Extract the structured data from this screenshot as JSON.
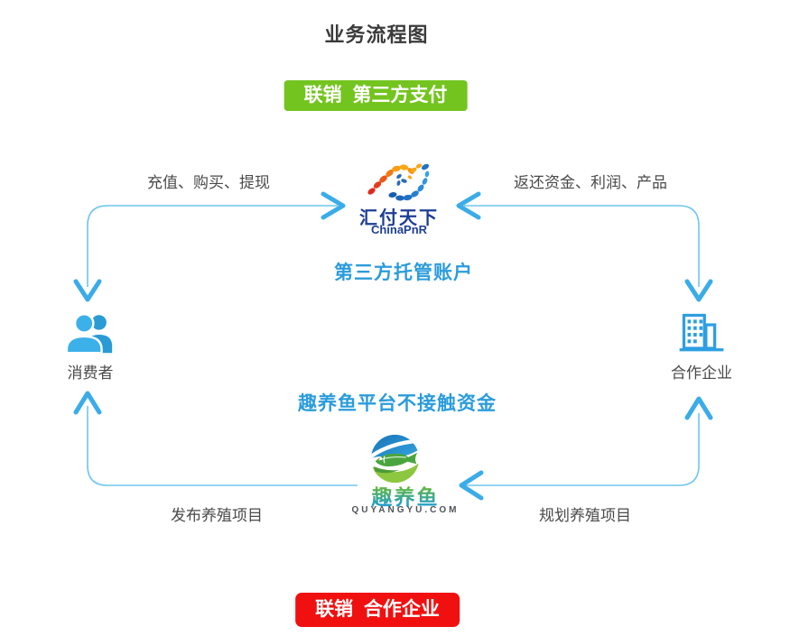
{
  "title": "业务流程图",
  "top_badge": {
    "label": "联销  第三方支付",
    "bg": "#74C41F"
  },
  "bottom_badge": {
    "label": "联销  合作企业",
    "bg": "#F11010"
  },
  "chinapnr": {
    "wordmark": "汇付天下",
    "sub": "ChinaPnR",
    "caption": "第三方托管账户"
  },
  "quyangyu": {
    "wordmark": "趣养鱼",
    "sub": "QUYANGYU.COM",
    "caption": "趣养鱼平台不接触资金"
  },
  "consumer": {
    "label": "消费者"
  },
  "partner": {
    "label": "合作企业"
  },
  "flows": {
    "recharge": "充值、购买、提现",
    "returns": "返还资金、利润、产品",
    "publish": "发布养殖项目",
    "plan": "规划养殖项目"
  },
  "colors": {
    "arrow_line": "#6EC6EF",
    "arrow_head": "#3BACE8",
    "accent_blue": "#2B9CDB",
    "icon_blue": "#35A9E3",
    "brand_blue": "#1D3E94",
    "brand_green": "#5CB531",
    "badge_green": "#74C41F",
    "badge_red": "#F11010"
  }
}
